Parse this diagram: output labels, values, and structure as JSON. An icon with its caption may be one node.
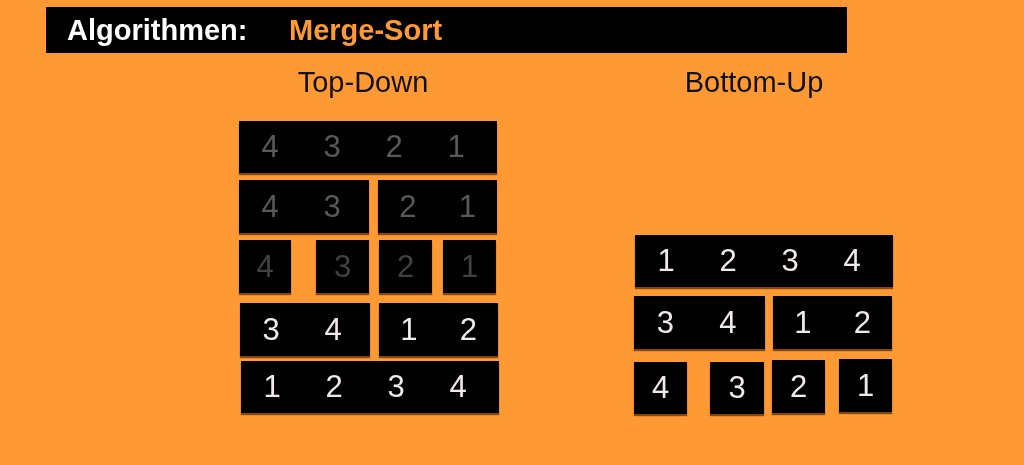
{
  "diagram": {
    "title": "Algorithmen:",
    "nodes": [
      {
        "text": [
          "4",
          "3",
          "2",
          "1"
        ]
      },
      {
        "text": [
          "4",
          "3"
        ]
      },
      {
        "text": [
          "2",
          "1"
        ]
      },
      {
        "text": [
          "4"
        ]
      },
      {
        "text": [
          "3"
        ]
      },
      {
        "text": [
          "2"
        ]
      },
      {
        "text": [
          "1"
        ]
      },
      {
        "text": [
          "3",
          "4"
        ]
      },
      {
        "text": [
          "1",
          "2"
        ]
      },
      {
        "text": [
          "1",
          "2",
          "3",
          "4"
        ]
      },
      {
        "text": [
          "1",
          "2",
          "3",
          "4"
        ]
      },
      {
        "text": [
          "3",
          "4"
        ]
      },
      {
        "text": [
          "1",
          "2"
        ]
      },
      {
        "text": [
          "4"
        ]
      },
      {
        "text": [
          "3"
        ]
      },
      {
        "text": [
          "2"
        ]
      },
      {
        "text": [
          "1"
        ]
      }
    ],
    "labels": [
      "Merge-Sort",
      "Top-Down",
      "Bottom-Up"
    ]
  }
}
